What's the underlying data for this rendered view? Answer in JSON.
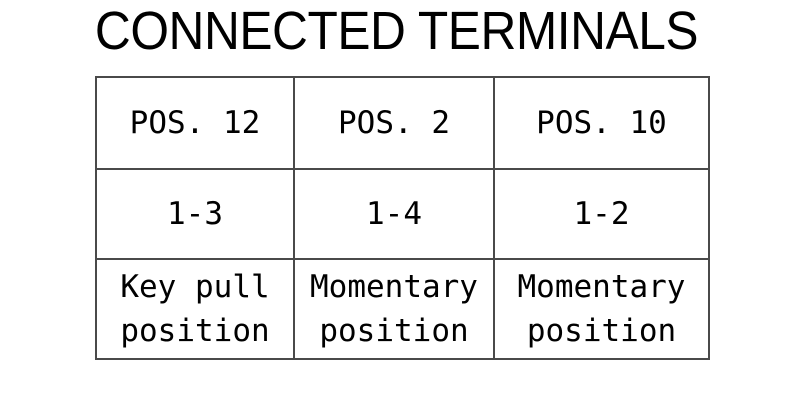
{
  "title": "CONNECTED TERMINALS",
  "table": {
    "columns": [
      {
        "header": "POS. 12",
        "pair": "1-3",
        "desc_line1": "Key pull",
        "desc_line2": "position"
      },
      {
        "header": "POS. 2",
        "pair": "1-4",
        "desc_line1": "Momentary",
        "desc_line2": "position"
      },
      {
        "header": "POS. 10",
        "pair": "1-2",
        "desc_line1": "Momentary",
        "desc_line2": "position"
      }
    ]
  },
  "colors": {
    "border": "#4a4a4a",
    "text": "#000000",
    "background": "#ffffff"
  }
}
